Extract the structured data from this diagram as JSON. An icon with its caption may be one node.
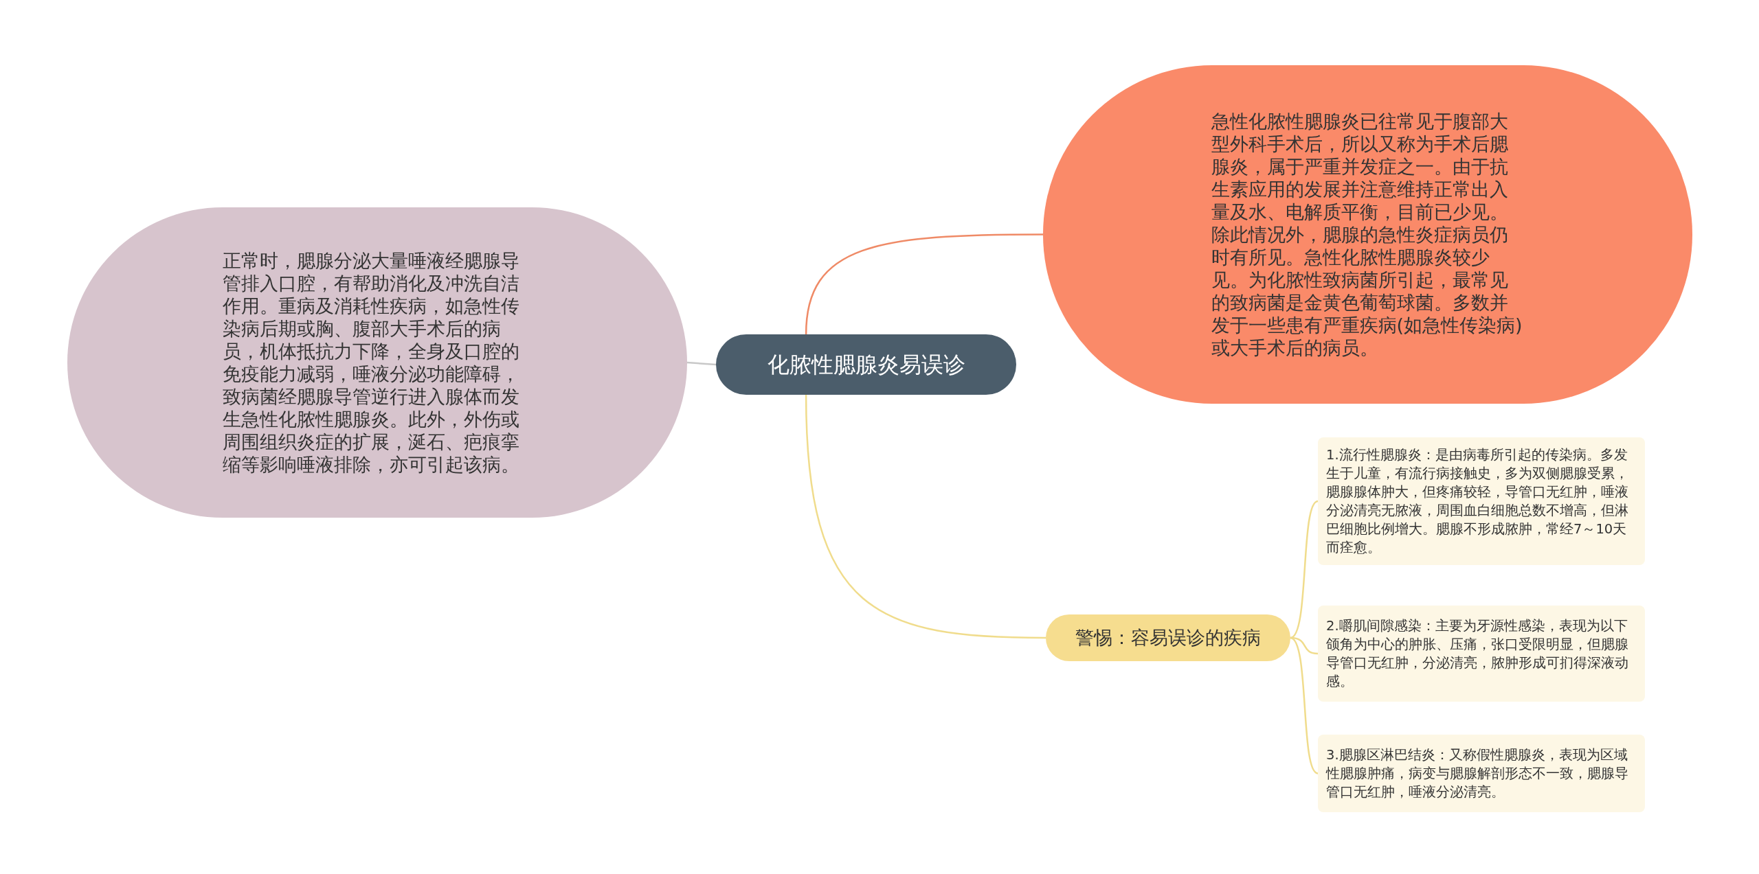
{
  "diagram": {
    "nodes": [
      {
        "text": [
          "化脓性腮腺炎易误诊"
        ]
      },
      {
        "text": [
          "正常时，腮腺分泌大量唾液经腮腺导管排入口腔，有帮助消化及冲洗自洁作用。重病及消耗性疾病，如急性传染病后期或胸、腹部大手术后的病员，机体抵抗力下降，全身及口腔的免疫能力减弱，唾液分泌功能障碍，致病菌经腮腺导管逆行进入腺体而发生急性化脓性腮腺炎。此外，外伤或周围组织炎症的扩展，涎石、疤痕挛缩等影响唾液排除，亦可引起该病。"
        ]
      },
      {
        "text": [
          "急性化脓性腮腺炎已往常见于腹部大型外科手术后，所以又称为手术后腮腺炎，属于严重并发症之一。由于抗生素应用的发展并注意维持正常出入量及水、电解质平衡，目前已少见。除此情况外，腮腺的急性炎症病员仍时有所见。急性化脓性腮腺炎较少见。为化脓性致病菌所引起，最常见的致病菌是金黄色葡萄球菌。多数并发于一些患有严重疾病(如急性传染病)或大手术后的病员。"
        ]
      },
      {
        "text": [
          "警惕：容易误诊的疾病"
        ]
      },
      {
        "text": [
          "1.流行性腮腺炎：是由病毒所引起的传染病。多发生于儿童，有流行病接触史，多为双侧腮腺受累，腮腺腺体肿大，但疼痛较轻，导管口无红肿，唾液分泌清亮无脓液，周围血白细胞总数不增高，但淋巴细胞比例增大。腮腺不形成脓肿，常经7～10天而痊愈。"
        ]
      },
      {
        "text": [
          "2.嚼肌间隙感染：主要为牙源性感染，表现为以下颌角为中心的肿胀、压痛，张口受限明显，但腮腺导管口无红肿，分泌清亮，脓肿形成可扪得深液动感。"
        ]
      },
      {
        "text": [
          "3.腮腺区淋巴结炎：又称假性腮腺炎，表现为区域性腮腺肿痛，病变与腮腺解剖形态不一致，腮腺导管口无红肿，唾液分泌清亮。"
        ]
      }
    ],
    "edges": [
      {
        "from": 0,
        "to": 1,
        "arrow": "none",
        "color": "#c8c8c8"
      },
      {
        "from": 0,
        "to": 2,
        "arrow": "none",
        "color": "#ef8a66"
      },
      {
        "from": 0,
        "to": 3,
        "arrow": "none"
      },
      {
        "from": 3,
        "to": 4,
        "arrow": "none"
      },
      {
        "from": 3,
        "to": 5,
        "arrow": "none"
      },
      {
        "from": 3,
        "to": 6,
        "arrow": "none"
      }
    ]
  }
}
